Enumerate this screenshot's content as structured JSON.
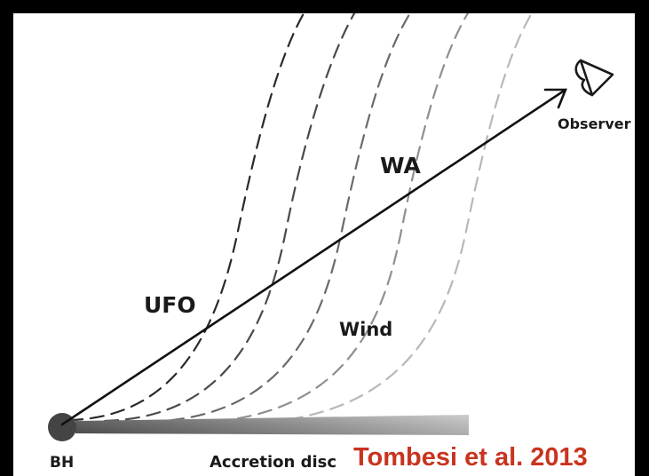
{
  "labels": {
    "observer": "Observer",
    "wa": "WA",
    "ufo": "UFO",
    "wind": "Wind",
    "bh": "BH",
    "disc": "Accretion disc"
  },
  "credit": {
    "text": "Tombesi et al. 2013",
    "color": "#c8341f"
  },
  "colors": {
    "background": "#000000",
    "panel": "#ffffff",
    "ink": "#1a1a1a",
    "black_hole": "#444444",
    "streamlines": [
      "#2a2a2a",
      "#4a4a4a",
      "#6a6a6a",
      "#8f8f8f",
      "#b8b8b8"
    ]
  },
  "icons": {
    "observer": "eye-icon"
  }
}
